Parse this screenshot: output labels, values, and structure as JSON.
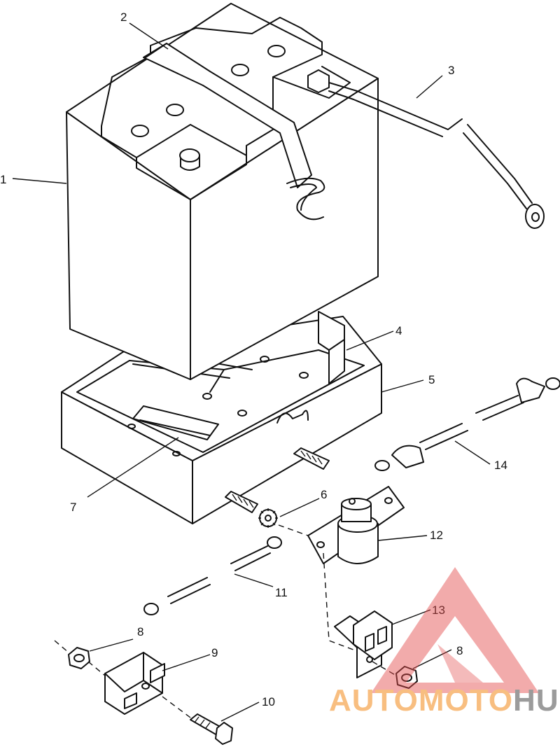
{
  "diagram": {
    "callouts": [
      "1",
      "2",
      "3",
      "4",
      "5",
      "6",
      "7",
      "8",
      "9",
      "10",
      "11",
      "12",
      "13",
      "8",
      "14"
    ]
  },
  "watermark": {
    "text_part1": "AUTOMOTO",
    "text_part2": "HUB",
    "color_triangle": "#e34b4b",
    "color_part1": "#f7b36a",
    "color_part2": "#8a8a8a"
  }
}
